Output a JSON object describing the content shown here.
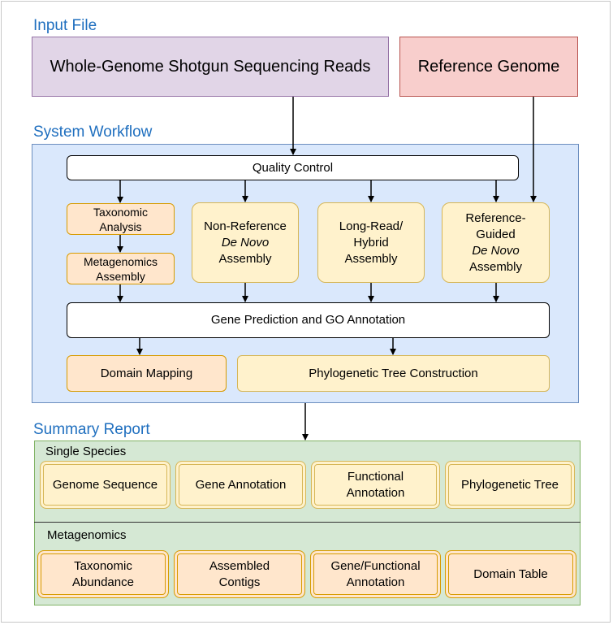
{
  "sections": {
    "input": "Input File",
    "workflow": "System Workflow",
    "summary": "Summary Report"
  },
  "inputs": {
    "reads": "Whole-Genome Shotgun Sequencing Reads",
    "reference": "Reference Genome"
  },
  "workflow": {
    "quality_control": "Quality Control",
    "taxonomic_analysis": "Taxonomic Analysis",
    "metagenomics_assembly": "Metagenomics Assembly",
    "non_reference": {
      "line1": "Non-Reference",
      "line2": "De Novo",
      "line3": "Assembly"
    },
    "long_read": {
      "line1": "Long-Read/",
      "line2": "Hybrid",
      "line3": "Assembly"
    },
    "reference_guided": {
      "line1": "Reference-",
      "line2": "Guided",
      "line3": "De Novo",
      "line4": "Assembly"
    },
    "gene_prediction": "Gene Prediction and GO Annotation",
    "domain_mapping": "Domain Mapping",
    "phylogenetic_construction": "Phylogenetic Tree Construction"
  },
  "summary": {
    "single_species": {
      "title": "Single Species",
      "items": [
        "Genome Sequence",
        "Gene Annotation",
        "Functional Annotation",
        "Phylogenetic Tree"
      ]
    },
    "metagenomics": {
      "title": "Metagenomics",
      "items": [
        "Taxonomic Abundance",
        "Assembled Contigs",
        "Gene/Functional Annotation",
        "Domain Table"
      ]
    }
  },
  "colors": {
    "section_title": "#1f6fbf",
    "input_reads": "#e1d5e7",
    "reference": "#f8cecc",
    "workflow_panel": "#dae8fc",
    "summary_panel": "#d5e8d4",
    "orange_box": "#ffe6cc",
    "yellow_box": "#fff2cc"
  }
}
